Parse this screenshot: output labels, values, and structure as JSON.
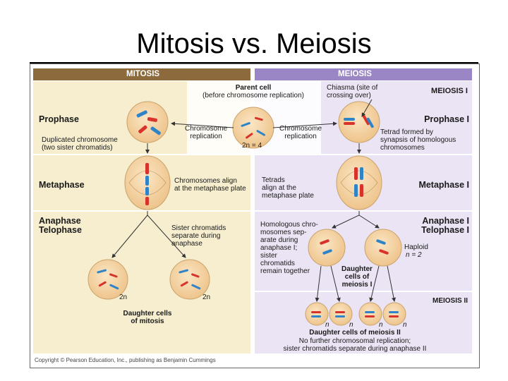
{
  "slide": {
    "title": "Mitosis vs. Meiosis"
  },
  "headers": {
    "mitosis": "MITOSIS",
    "meiosis": "MEIOSIS"
  },
  "parent_cell": {
    "title": "Parent cell",
    "subtitle": "(before chromosome replication)",
    "ploidy": "2n = 4"
  },
  "chiasma": {
    "line1": "Chiasma (site of",
    "line2": "crossing over)"
  },
  "section_labels": {
    "meiosis_1": "MEIOSIS I",
    "meiosis_2": "MEIOSIS II"
  },
  "stages": {
    "prophase": "Prophase",
    "prophase_1": "Prophase I",
    "metaphase": "Metaphase",
    "metaphase_1": "Metaphase I",
    "anaphase": "Anaphase",
    "telophase": "Telophase",
    "anaphase_1": "Anaphase I",
    "telophase_1": "Telophase I"
  },
  "annotations": {
    "duplicated_chromosome_1": "Duplicated chromosome",
    "duplicated_chromosome_2": "(two sister chromatids)",
    "chrom_rep_left_1": "Chromosome",
    "chrom_rep_left_2": "replication",
    "chrom_rep_right_1": "Chromosome",
    "chrom_rep_right_2": "replication",
    "tetrad_1": "Tetrad formed by",
    "tetrad_2": "synapsis of homologous",
    "tetrad_3": "chromosomes",
    "align_1": "Chromosomes align",
    "align_2": "at the metaphase plate",
    "tetrads_1": "Tetrads",
    "tetrads_2": "align at the",
    "tetrads_3": "metaphase plate",
    "sister_1": "Sister chromatids",
    "sister_2": "separate during",
    "sister_3": "anaphase",
    "homolog_1": "Homologous chro-",
    "homolog_2": "mosomes sep-",
    "homolog_3": "arate during",
    "homolog_4": "anaphase I;",
    "homolog_5": "sister",
    "homolog_6": "chromatids",
    "homolog_7": "remain together",
    "haploid_1": "Haploid",
    "haploid_2": "n = 2",
    "daughter_meiosis1_1": "Daughter",
    "daughter_meiosis1_2": "cells of",
    "daughter_meiosis1_3": "meiosis I",
    "daughter_mitosis_1": "Daughter cells",
    "daughter_mitosis_2": "of mitosis",
    "daughter_meiosis": "Daughter cells of meiosis II",
    "no_further_1": "No further chromosomal replication;",
    "no_further_2": "sister chromatids separate during anaphase II"
  },
  "ploidy_labels": {
    "mitosis_left": "2n",
    "mitosis_right": "2n",
    "n1": "n",
    "n2": "n",
    "n3": "n",
    "n4": "n"
  },
  "copyright": "Copyright © Pearson Education, Inc., publishing as Benjamin Cummings",
  "colors": {
    "mitosis_header": "#8c6a3c",
    "meiosis_header": "#9a86c4",
    "mitosis_panel": "#f6eecf",
    "meiosis_panel": "#ebe4f4",
    "cell_fill": "#f4d6a6",
    "chromosome_red": "#d8322a",
    "chromosome_blue": "#2f84c8"
  }
}
